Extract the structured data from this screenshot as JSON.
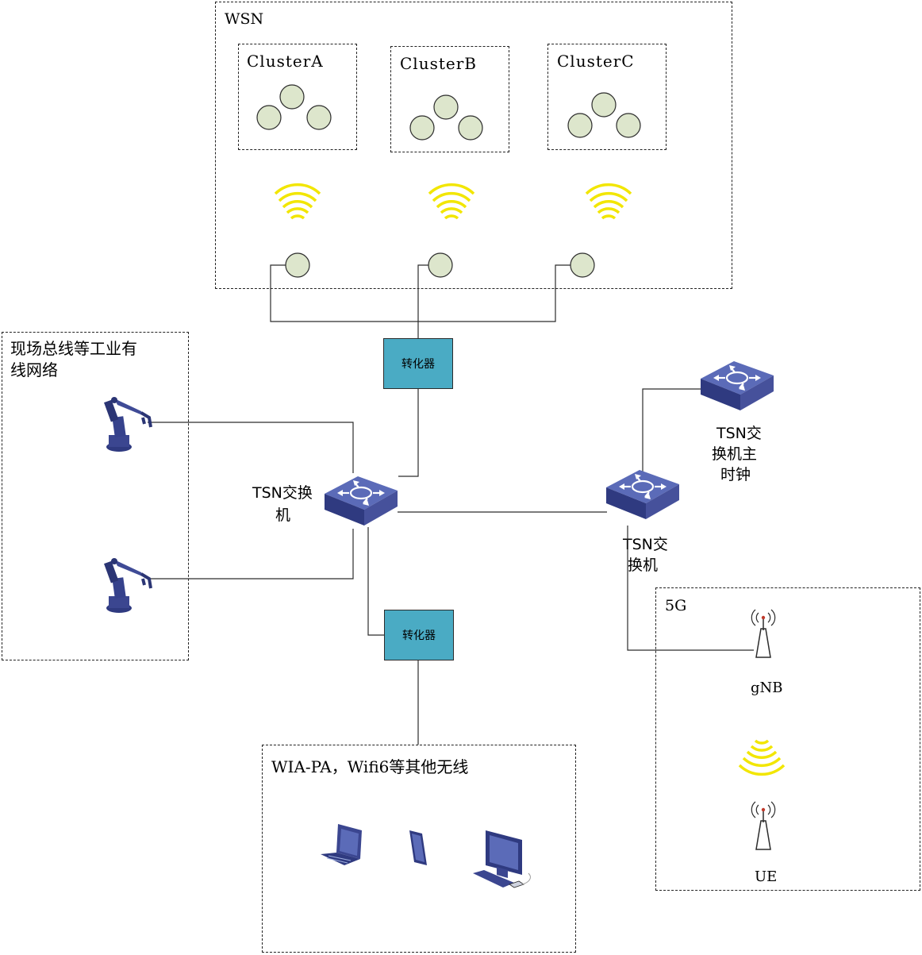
{
  "regions": {
    "wsn": "WSN",
    "fieldbus": "现场总线等工业有线网络",
    "fieldbus_line1": "现场总线等工业有",
    "fieldbus_line2": "线网络",
    "wireless": "WIA-PA，Wifi6等其他无线",
    "fiveg": "5G"
  },
  "clusters": [
    {
      "name": "ClusterA"
    },
    {
      "name": "ClusterB"
    },
    {
      "name": "ClusterC"
    }
  ],
  "converters": {
    "top": "转化器",
    "bottom": "转化器"
  },
  "switches": {
    "left_line1": "TSN交换",
    "left_line2": "机",
    "right_line1": "TSN交",
    "right_line2": "换机",
    "master_line1": "TSN交",
    "master_line2": "换机主",
    "master_line3": "时钟"
  },
  "fiveg_nodes": {
    "base_station": "gNB",
    "user_equipment": "UE"
  },
  "colors": {
    "node_fill": "#dde6cc",
    "wireless_signal": "#f2e600",
    "converter_fill": "#4aabc4",
    "switch_top": "#5b6bb8",
    "switch_side": "#3b4690"
  },
  "icons": [
    "robot-arm-icon",
    "laptop-icon",
    "tablet-icon",
    "desktop-computer-icon",
    "antenna-icon",
    "network-switch-icon",
    "wireless-signal-icon"
  ]
}
